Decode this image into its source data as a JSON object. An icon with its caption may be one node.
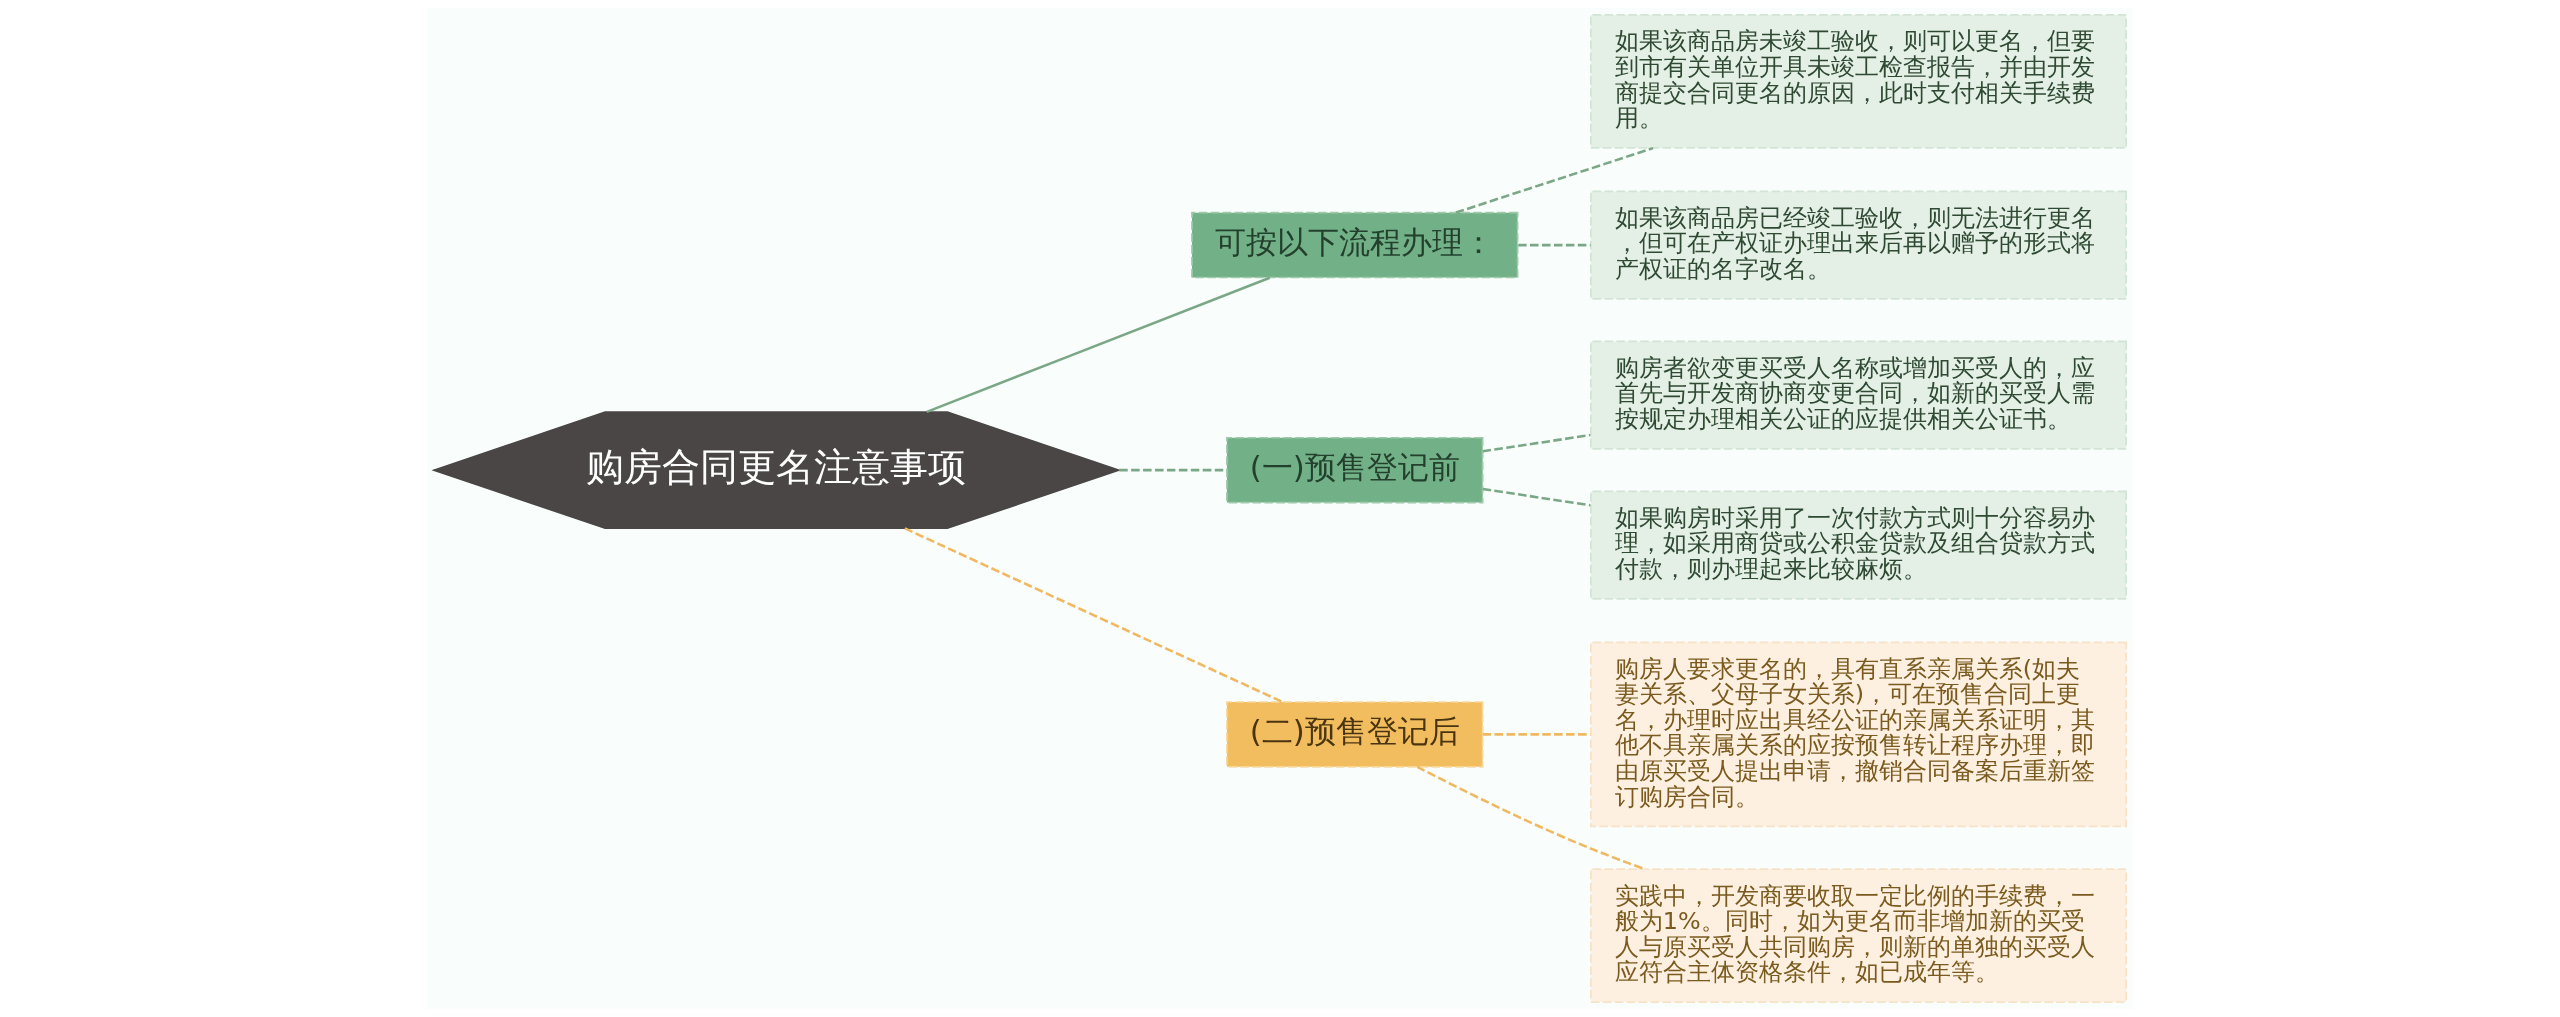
{
  "diagram": {
    "nodes": [
      {
        "text": [
          "购房合同更名注意事项"
        ]
      },
      {
        "text": [
          "可按以下流程办理："
        ]
      },
      {
        "text": [
          "如果该商品房未竣工验收，则可以更名，但要到市有关单位开具未竣工检查报告，并由开发商提交合同更名的原因，此时支付相关手续费用。"
        ]
      },
      {
        "text": [
          "如果该商品房已经竣工验收，则无法进行更名，但可在产权证办理出来后再以赠予的形式将产权证的名字改名。"
        ]
      },
      {
        "text": [
          "(一)预售登记前"
        ]
      },
      {
        "text": [
          "购房者欲变更买受人名称或增加买受人的，应首先与开发商协商变更合同，如新的买受人需按规定办理相关公证的应提供相关公证书。"
        ]
      },
      {
        "text": [
          "如果购房时采用了一次付款方式则十分容易办理，如采用商贷或公积金贷款及组合贷款方式付款，则办理起来比较麻烦。"
        ]
      },
      {
        "text": [
          "(二)预售登记后"
        ]
      },
      {
        "text": [
          "购房人要求更名的，具有直系亲属关系(如夫妻关系、父母子女关系)，可在预售合同上更名，办理时应出具经公证的亲属关系证明，其他不具亲属关系的应按预售转让程序办理，即由原买受人提出申请，撤销合同备案后重新签订购房合同。"
        ]
      },
      {
        "text": [
          "实践中，开发商要收取一定比例的手续费，一般为1%。同时，如为更名而非增加新的买受人与原买受人共同购房，则新的单独的买受人应符合主体资格条件，如已成年等。"
        ]
      }
    ],
    "edges": [
      {
        "from": 0,
        "to": 1,
        "arrow": "none"
      },
      {
        "from": 1,
        "to": 2,
        "arrow": "none",
        "style": "dashed"
      },
      {
        "from": 1,
        "to": 3,
        "arrow": "none",
        "style": "dashed"
      },
      {
        "from": 0,
        "to": 4,
        "arrow": "none",
        "style": "dashed"
      },
      {
        "from": 4,
        "to": 5,
        "arrow": "none",
        "style": "dashed"
      },
      {
        "from": 4,
        "to": 6,
        "arrow": "none",
        "style": "dashed"
      },
      {
        "from": 0,
        "to": 7,
        "arrow": "none",
        "style": "dashed",
        "color": "#f0b860"
      },
      {
        "from": 7,
        "to": 8,
        "arrow": "none",
        "style": "dashed",
        "color": "#f0b860"
      },
      {
        "from": 7,
        "to": 9,
        "arrow": "none",
        "style": "dashed",
        "color": "#f0b860"
      }
    ]
  }
}
